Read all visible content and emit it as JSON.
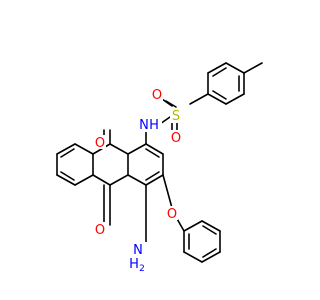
{
  "molecule": {
    "colors": {
      "bond": "#000000",
      "carbon": "#000000",
      "oxygen": "#ff0000",
      "nitrogen": "#0000ff",
      "sulfur": "#b8b800"
    },
    "atoms": {
      "o_sulfonyl_left": {
        "text": "O",
        "element": "oxygen"
      },
      "s_sulfonyl": {
        "text": "S",
        "element": "sulfur"
      },
      "o_sulfonyl_bottom": {
        "text": "O",
        "element": "oxygen"
      },
      "n_sulfonamide": {
        "text": "N",
        "element": "nitrogen"
      },
      "h_sulfonamide": {
        "text": "H",
        "element": "nitrogen"
      },
      "o_quinone_top": {
        "text": "O",
        "element": "oxygen"
      },
      "o_quinone_bottom": {
        "text": "O",
        "element": "oxygen"
      },
      "o_ether": {
        "text": "O",
        "element": "oxygen"
      },
      "n_amino": {
        "text": "N",
        "element": "nitrogen"
      },
      "h_amino": {
        "text": "H",
        "element": "nitrogen"
      },
      "h2_subscript": {
        "text": "2",
        "element": "nitrogen"
      }
    }
  }
}
